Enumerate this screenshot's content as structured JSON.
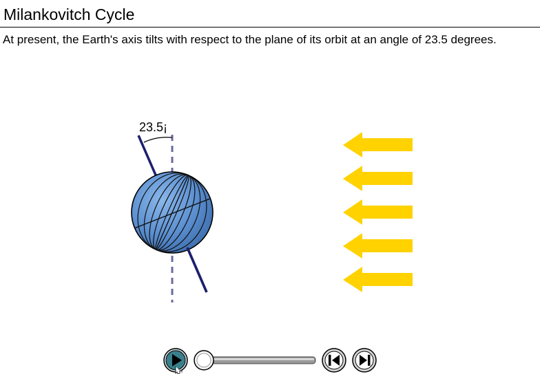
{
  "header": {
    "title": "Milankovitch Cycle"
  },
  "description": "At present, the Earth's axis tilts with respect to the plane of its orbit at an angle of 23.5 degrees.",
  "figure": {
    "angle_label": "23.5¡",
    "tilt_degrees": 23.5,
    "sunlight_arrows": 5,
    "colors": {
      "globe_fill": "#5b8fd0",
      "globe_outline": "#000000",
      "axis": "#1c1f6e",
      "vertical_dash": "#6b6aa0",
      "arrow": "#ffd200"
    }
  },
  "player": {
    "play_icon": "play-icon",
    "step_back_icon": "step-back-icon",
    "step_forward_icon": "step-forward-icon",
    "progress": 0.0,
    "colors": {
      "play_fill": "#3a7f8c",
      "track": "#9a9a9a"
    }
  }
}
